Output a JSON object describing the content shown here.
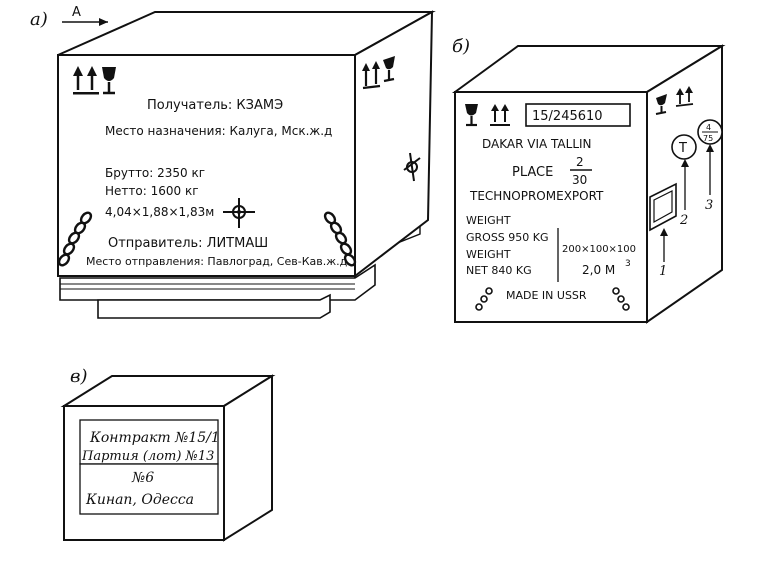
{
  "labels": {
    "a": "а)",
    "b": "б)",
    "v": "в)",
    "arrow": "А"
  },
  "crate_a": {
    "receiver": "Получатель: КЗАМЭ",
    "destination": "Место назначения: Калуга, Мск.ж.д",
    "gross": "Брутто: 2350 кг",
    "net": "Нетто: 1600 кг",
    "dims": "4,04×1,88×1,83м",
    "sender": "Отправитель: ЛИТМАШ",
    "origin": "Место отправления: Павлоград, Сев-Кав.ж.д"
  },
  "crate_b": {
    "number": "15/245610",
    "line1": "DAKAR VIA TALLIN",
    "place_label": "PLACE",
    "place_num": "2",
    "place_den": "30",
    "company": "TECHNOPROMEXPORT",
    "weight1": "WEIGHT",
    "gross": "GROSS  950 KG",
    "weight2": "WEIGHT",
    "net": "NET    840 KG",
    "dims": "200×100×100",
    "volume": "2,0 M",
    "volume_sup": "3",
    "made": "MADE IN USSR",
    "circle_t": "Т",
    "circle_num": "4",
    "circle_den": "75",
    "callout1": "1",
    "callout2": "2",
    "callout3": "3"
  },
  "crate_v": {
    "contract": "Контракт №15/1",
    "lot": "Партия (лот) №13",
    "number": "№6",
    "dest": "Кинап, Одесса"
  }
}
